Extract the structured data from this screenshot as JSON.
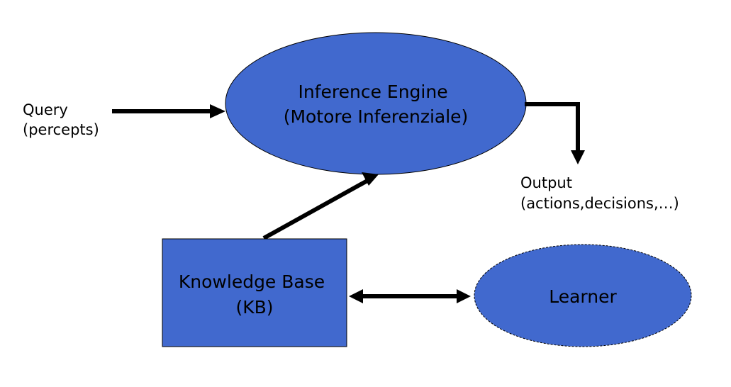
{
  "colors": {
    "node_fill": "#4169CE",
    "node_stroke": "#000000",
    "arrow": "#000000",
    "background": "#FFFFFF"
  },
  "nodes": {
    "inference_engine": {
      "line1": "Inference Engine",
      "line2": "(Motore Inferenziale)"
    },
    "knowledge_base": {
      "line1": "Knowledge Base",
      "line2": "(KB)"
    },
    "learner": {
      "label": "Learner"
    }
  },
  "labels": {
    "query": {
      "line1": "Query",
      "line2": "(percepts)"
    },
    "output": {
      "line1": "Output",
      "line2": "(actions,decisions,…)"
    }
  }
}
